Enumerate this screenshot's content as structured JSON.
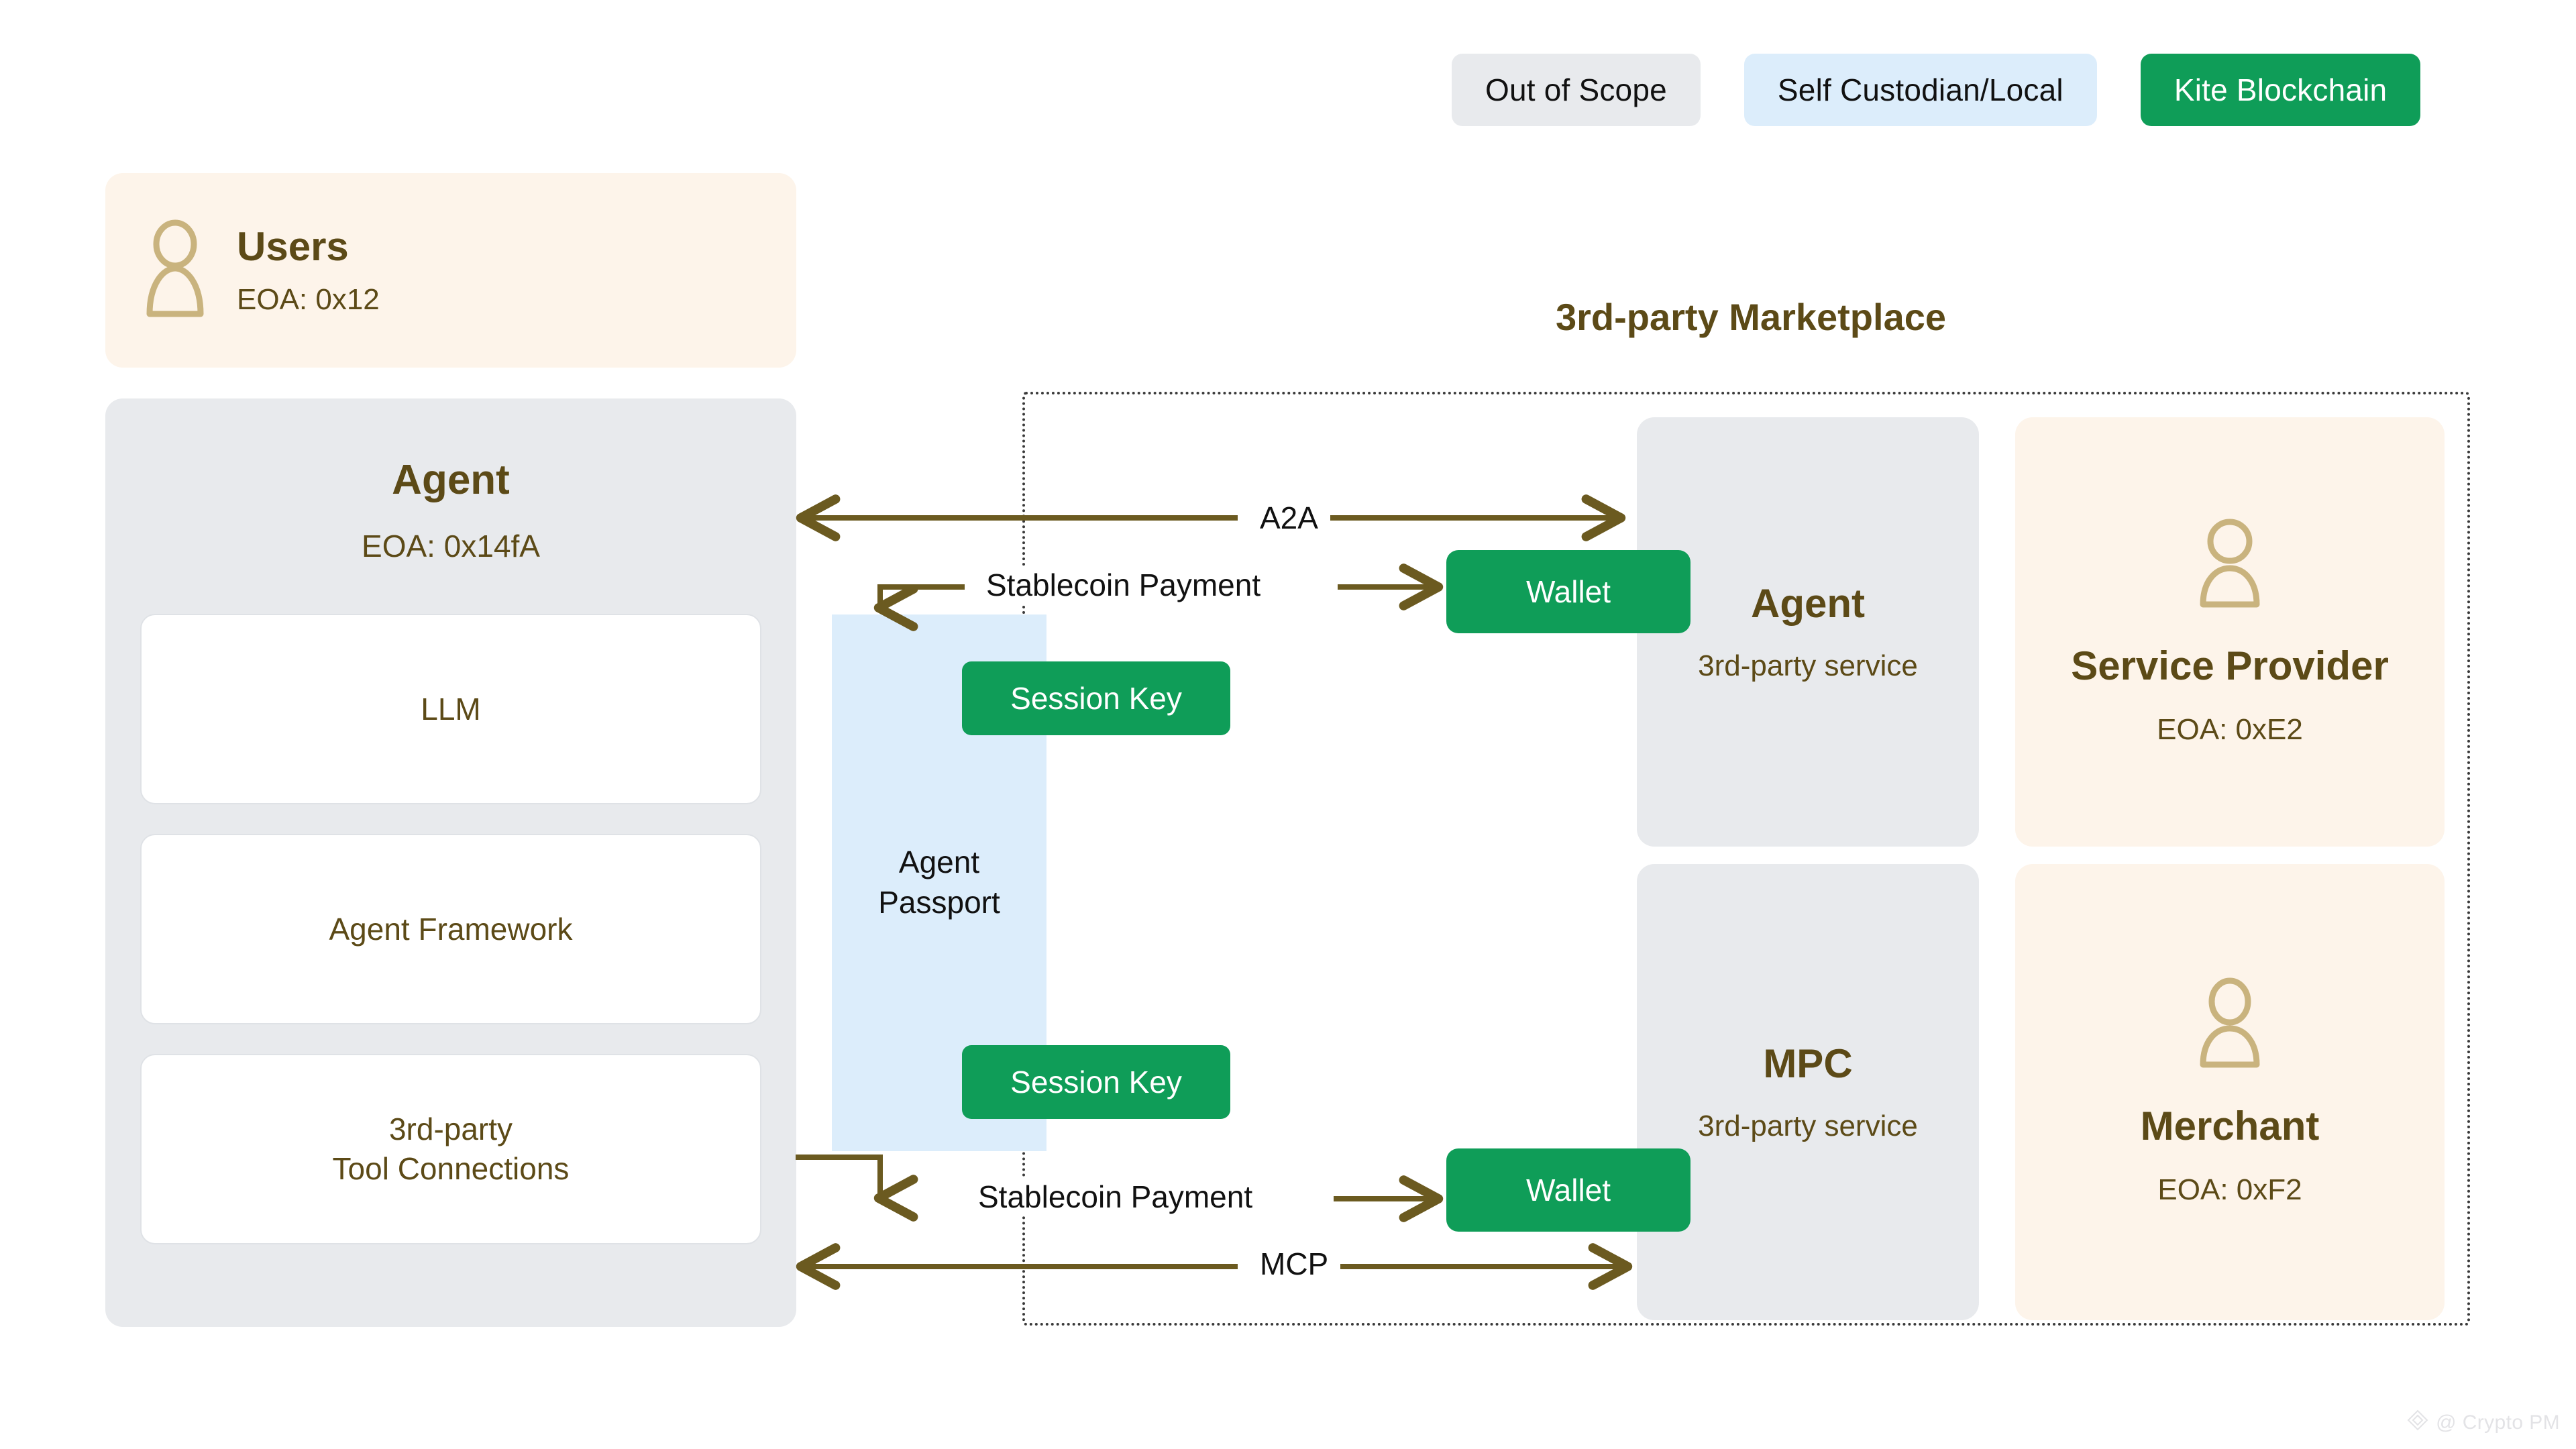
{
  "legend": {
    "items": [
      {
        "label": "Out of Scope",
        "kind": "scope",
        "color": "#e8eaed"
      },
      {
        "label": "Self Custodian/Local",
        "kind": "custodian",
        "color": "#dcedfb"
      },
      {
        "label": "Kite Blockchain",
        "kind": "kite",
        "color": "#0f9d58"
      }
    ]
  },
  "users": {
    "title": "Users",
    "eoa": "EOA: 0x12",
    "icon": "person-icon"
  },
  "agent": {
    "title": "Agent",
    "eoa": "EOA: 0x14fA",
    "subcards": [
      {
        "label": "LLM"
      },
      {
        "label": "Agent Framework"
      },
      {
        "label": "3rd-party\nTool Connections"
      }
    ]
  },
  "passport": {
    "label": "Agent\nPassport",
    "session_keys": [
      {
        "label": "Session Key"
      },
      {
        "label": "Session Key"
      }
    ]
  },
  "marketplace": {
    "title": "3rd-party Marketplace",
    "cards": [
      {
        "name": "Agent",
        "sub": "3rd-party service",
        "style": "gray",
        "icon": null,
        "eoa": null
      },
      {
        "name": "Service Provider",
        "sub": null,
        "style": "cream",
        "icon": "person-icon",
        "eoa": "EOA: 0xE2"
      },
      {
        "name": "MPC",
        "sub": "3rd-party service",
        "style": "gray",
        "icon": null,
        "eoa": null
      },
      {
        "name": "Merchant",
        "sub": null,
        "style": "cream",
        "icon": "person-icon",
        "eoa": "EOA: 0xF2"
      }
    ],
    "wallets": [
      {
        "label": "Wallet"
      },
      {
        "label": "Wallet"
      }
    ]
  },
  "connectors": [
    {
      "label": "A2A",
      "kind": "bidirectional"
    },
    {
      "label": "Stablecoin Payment",
      "kind": "elbow-down-right"
    },
    {
      "label": "Stablecoin Payment",
      "kind": "elbow-up-right"
    },
    {
      "label": "MCP",
      "kind": "bidirectional"
    }
  ],
  "watermark": {
    "text": "@ Crypto PM",
    "icon": "diamond-logo-icon"
  },
  "colors": {
    "brand_green": "#0f9d58",
    "cream": "#fdf4ea",
    "gray": "#e8eaed",
    "light_blue": "#dcedfb",
    "brown_text": "#5c4a17",
    "gold_icon": "#c9b37e",
    "connector": "#6b5a20"
  }
}
